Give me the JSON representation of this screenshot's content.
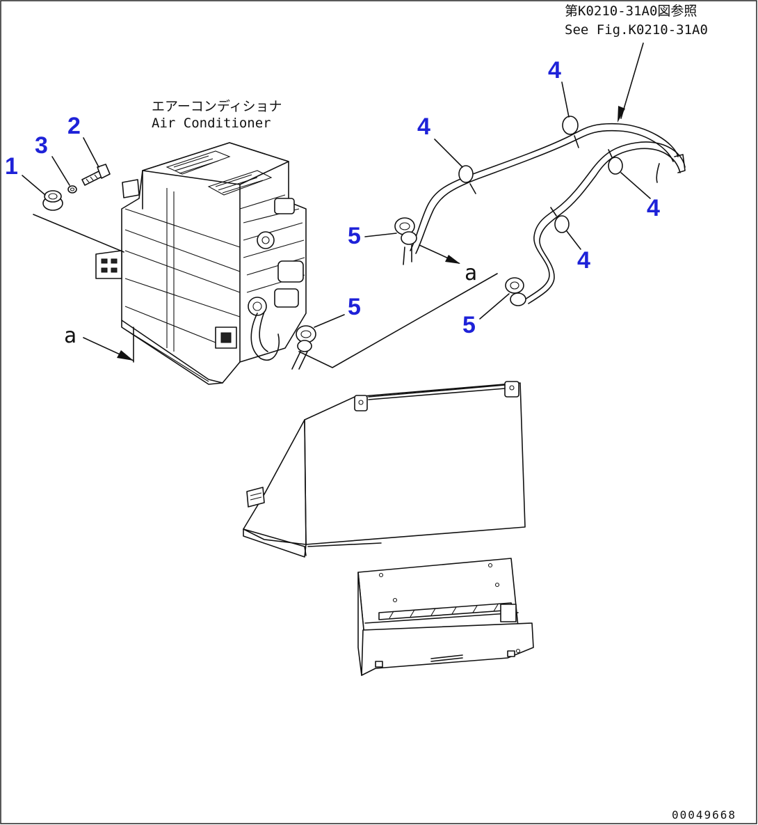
{
  "reference": {
    "jp": "第K0210-31A0図参照",
    "en": "See Fig.K0210-31A0"
  },
  "component_label": {
    "jp": "エアーコンディショナ",
    "en": "Air Conditioner"
  },
  "view_marker": "a",
  "callouts": {
    "c1": "1",
    "c2": "2",
    "c3": "3",
    "c4a": "4",
    "c4b": "4",
    "c4c": "4",
    "c4d": "4",
    "c5a": "5",
    "c5b": "5",
    "c5c": "5"
  },
  "drawing_number": "00049668",
  "colors": {
    "callout": "#1e22d8",
    "line": "#111111",
    "background": "#ffffff"
  }
}
